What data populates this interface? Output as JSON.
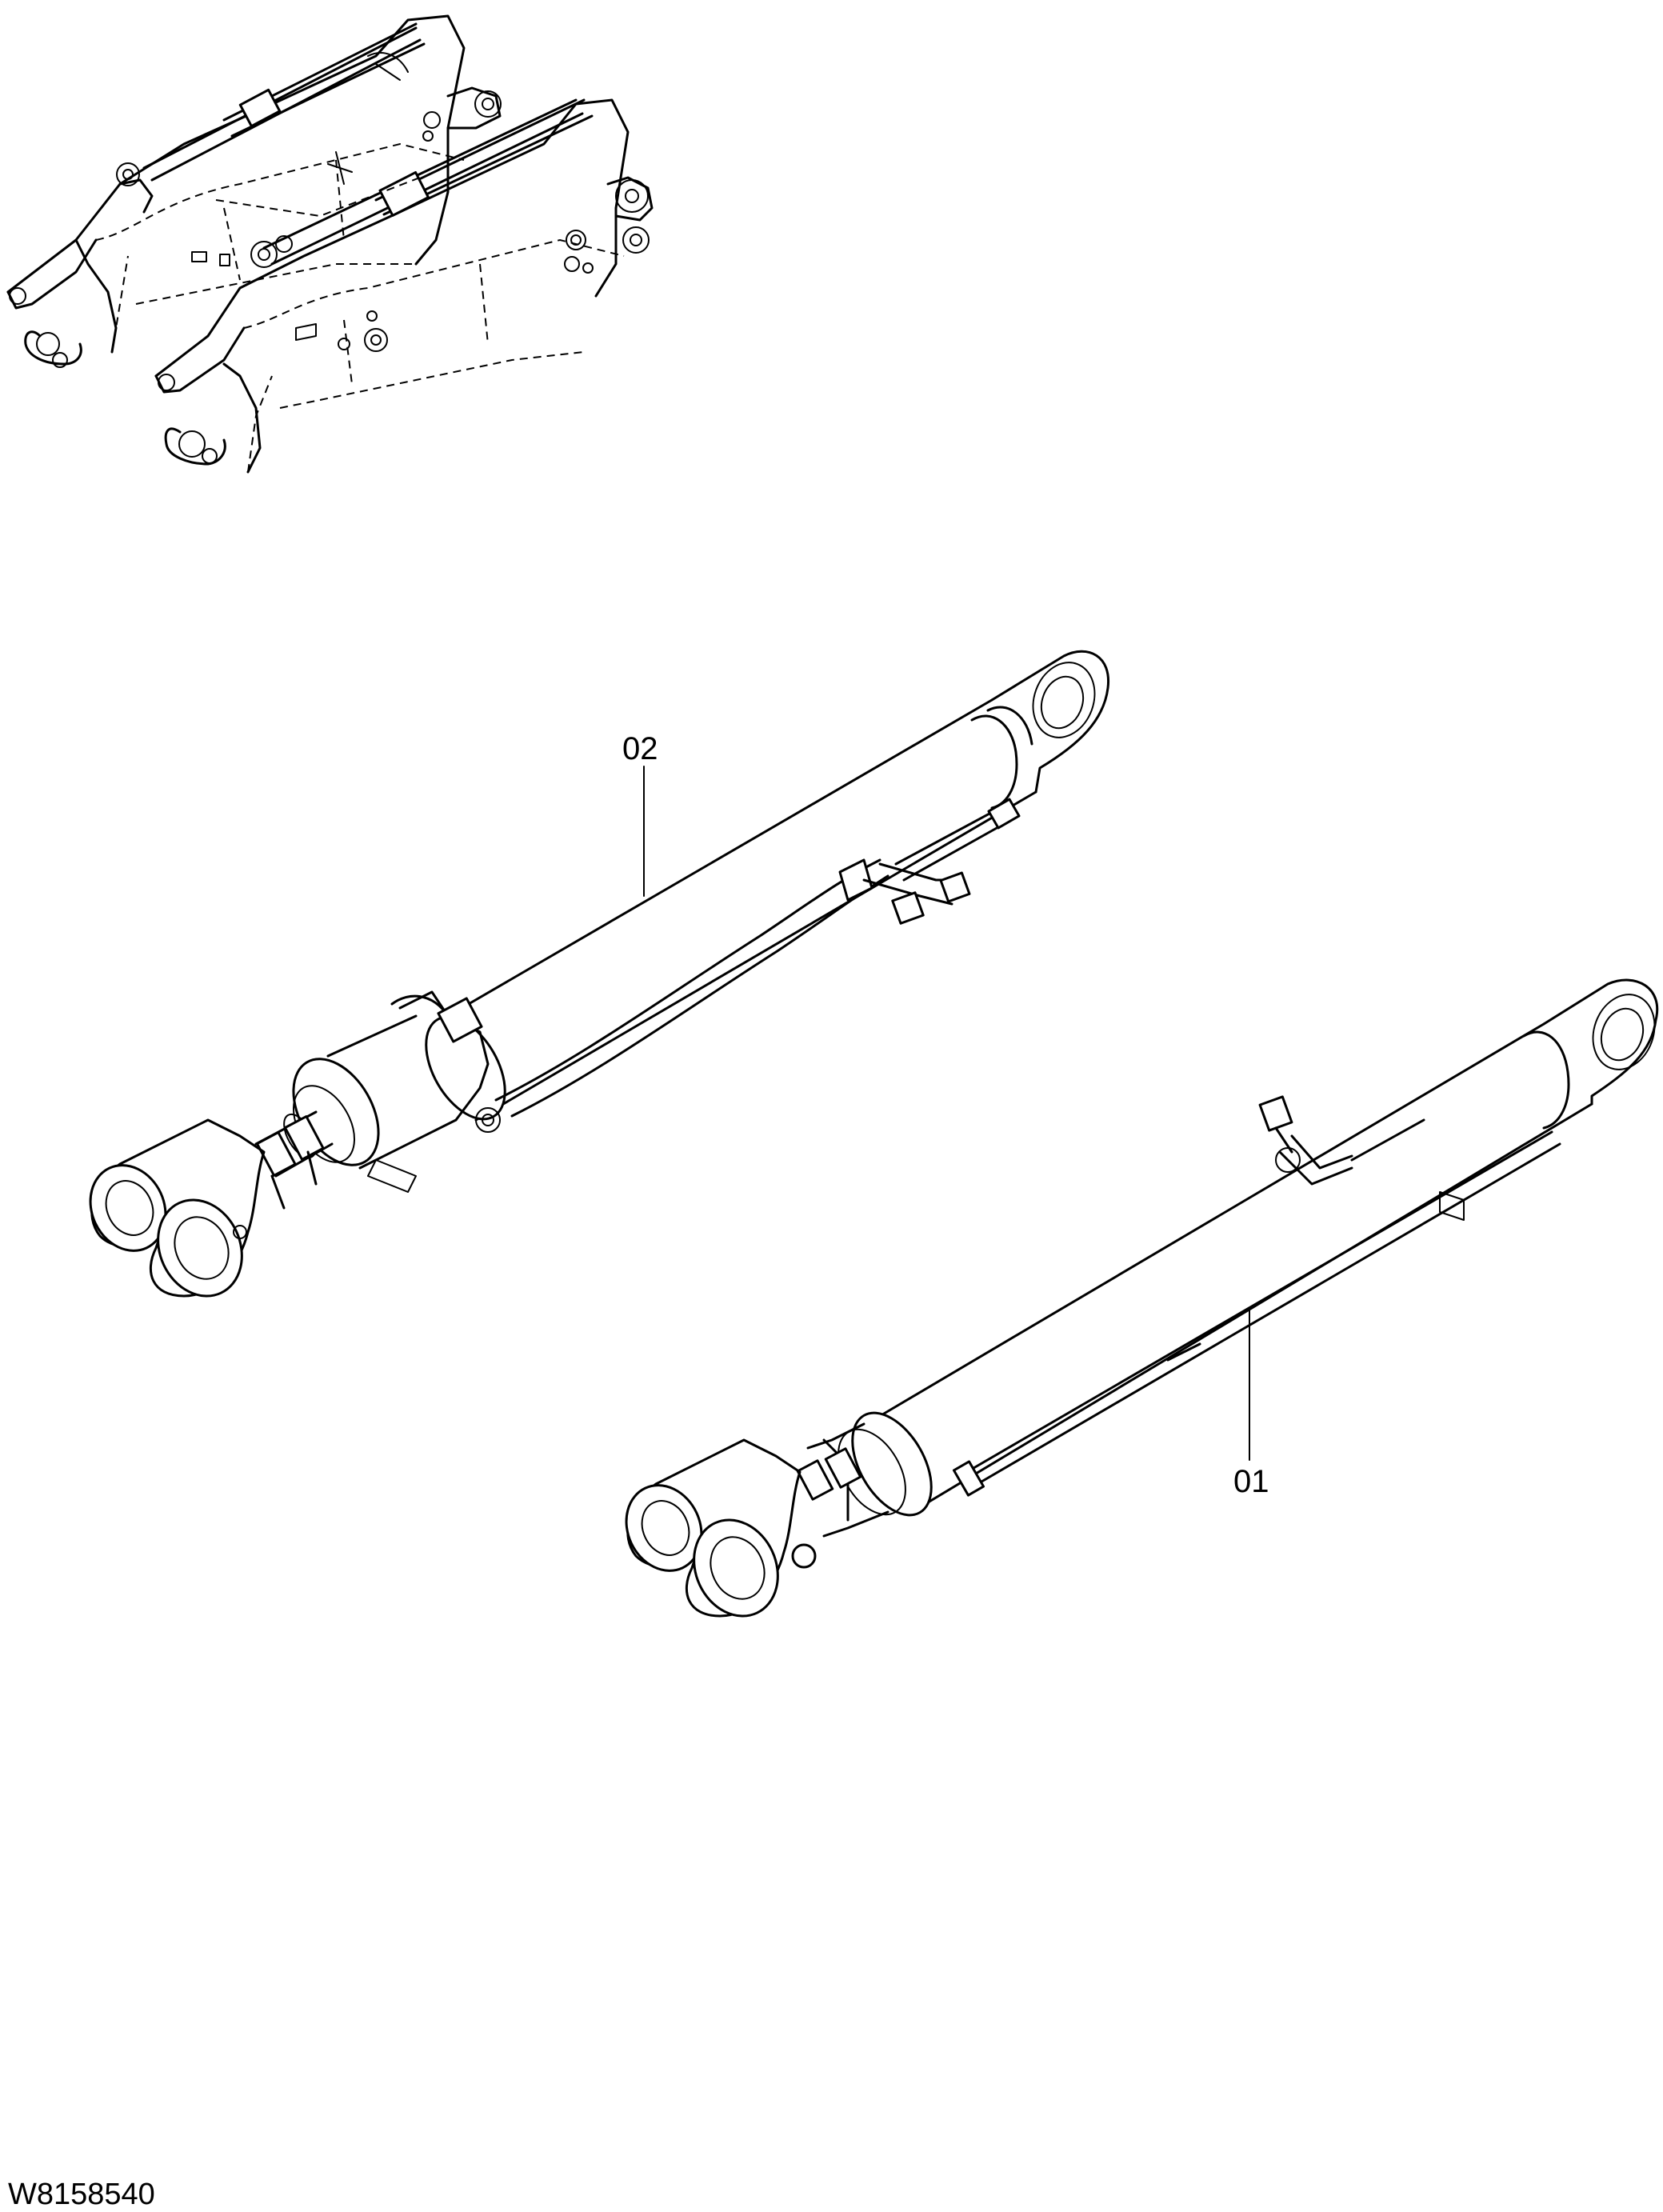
{
  "drawing_number": "W8158540",
  "callouts": [
    {
      "id": "callout-02",
      "text": "02"
    },
    {
      "id": "callout-01",
      "text": "01"
    }
  ]
}
